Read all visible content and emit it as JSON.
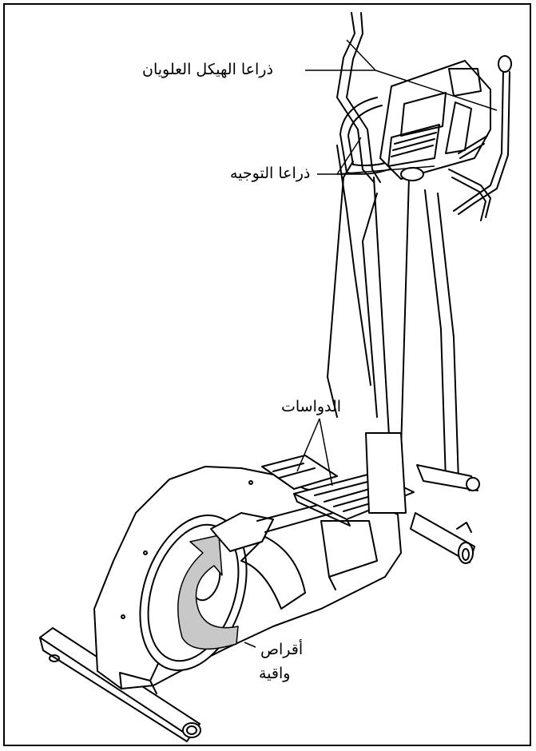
{
  "labels": {
    "upper_arms": "ذراعا الهيكل العلويان",
    "handlebars": "ذراعا التوجيه",
    "pedals": "الدواسات",
    "shield_disc_line1": "أقراص",
    "shield_disc_line2": "واقية"
  },
  "colors": {
    "line": "#000000",
    "arrow_fill": "#c8c8c8",
    "background": "#ffffff"
  }
}
